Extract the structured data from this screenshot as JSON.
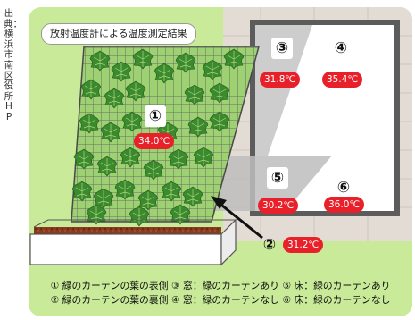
{
  "source_note": "出典：横浜市南区役所HP",
  "title": "放射温度計による温度測定結果",
  "points": [
    {
      "num": "①",
      "temp": "34.0℃"
    },
    {
      "num": "②",
      "temp": "31.2℃"
    },
    {
      "num": "③",
      "temp": "31.8℃"
    },
    {
      "num": "④",
      "temp": "35.4℃"
    },
    {
      "num": "⑤",
      "temp": "30.2℃"
    },
    {
      "num": "⑥",
      "temp": "36.0℃"
    }
  ],
  "legend": [
    "① 緑のカーテンの葉の表側 ③ 窓：緑のカーテンあり ⑤ 床：緑のカーテンあり",
    "② 緑のカーテンの葉の裏側 ④ 窓：緑のカーテンなし ⑥ 床：緑のカーテンなし"
  ],
  "colors": {
    "background": "#c9ea98",
    "wall": "#e3dcd5",
    "badge_red": "#e8202a",
    "leaf_green": "#3c8a2e"
  },
  "icons": [
    "arrow-pointer-icon"
  ]
}
